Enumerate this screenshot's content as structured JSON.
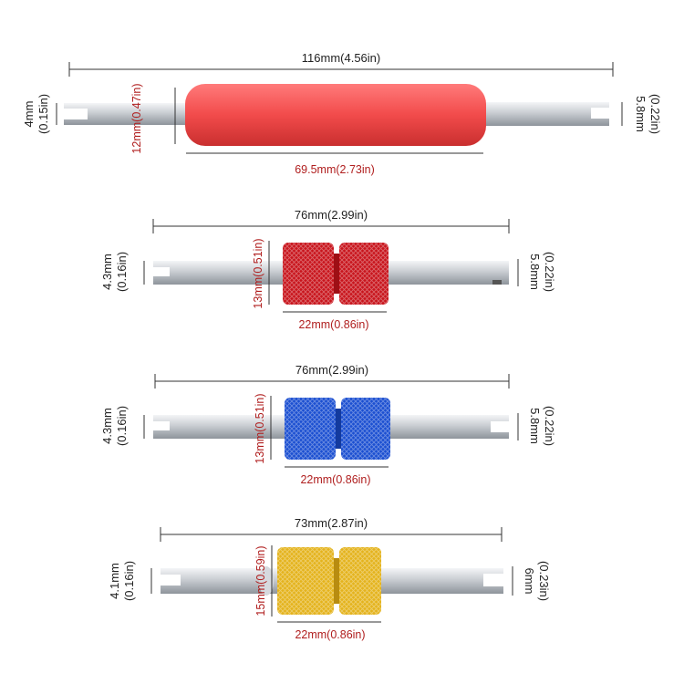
{
  "colors": {
    "handle_red": "#f24b4b",
    "knurl_red": "#c8141c",
    "knurl_blue": "#1b4fd1",
    "knurl_gold": "#e4b31c",
    "steel": "#cfd3d8",
    "dim_line": "#333333",
    "dim_text_red": "#b01e1e"
  },
  "tools": [
    {
      "length": "116mm(4.56in)",
      "handle_length": "69.5mm(2.73in)",
      "handle_diameter": "12mm(0.47in)",
      "left_tip_mm": "4mm",
      "left_tip_in": "(0.15in)",
      "right_tip_mm": "5.8mm",
      "right_tip_in": "(0.22in)"
    },
    {
      "length": "76mm(2.99in)",
      "handle_length": "22mm(0.86in)",
      "handle_diameter": "13mm(0.51in)",
      "left_tip_mm": "4.3mm",
      "left_tip_in": "(0.16in)",
      "right_tip_mm": "5.8mm",
      "right_tip_in": "(0.22in)"
    },
    {
      "length": "76mm(2.99in)",
      "handle_length": "22mm(0.86in)",
      "handle_diameter": "13mm(0.51in)",
      "left_tip_mm": "4.3mm",
      "left_tip_in": "(0.16in)",
      "right_tip_mm": "5.8mm",
      "right_tip_in": "(0.22in)"
    },
    {
      "length": "73mm(2.87in)",
      "handle_length": "22mm(0.86in)",
      "handle_diameter": "15mm(0.59in)",
      "left_tip_mm": "4.1mm",
      "left_tip_in": "(0.16in)",
      "right_tip_mm": "6mm",
      "right_tip_in": "(0.23in)"
    }
  ]
}
